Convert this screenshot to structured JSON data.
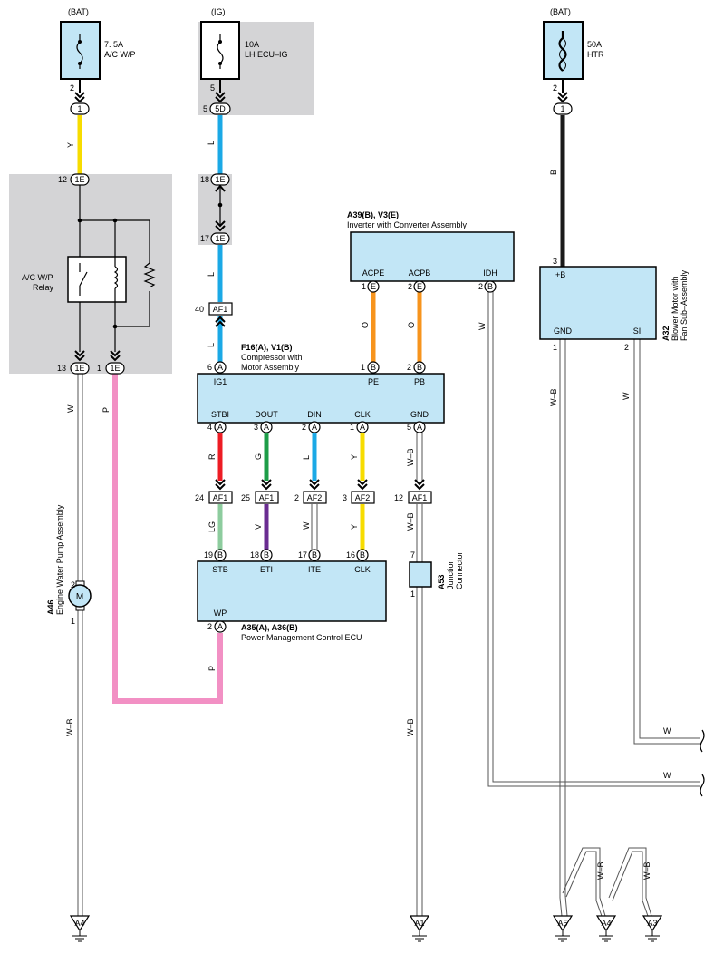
{
  "sources": [
    {
      "supply": "(BAT)",
      "rating": "7. 5A",
      "name": "A/C W/P",
      "pin": "2",
      "connector": "1"
    },
    {
      "supply": "(IG)",
      "rating": "10A",
      "name": "LH ECU–IG",
      "pin": "5",
      "connector": "5D"
    },
    {
      "supply": "(BAT)",
      "rating": "50A",
      "name": "HTR",
      "pin": "2",
      "connector": "1"
    }
  ],
  "wire_colors": {
    "Y": "#f7dc00",
    "L": "#1ba9e6",
    "B": "#1a1a1a",
    "P": "#f290c4",
    "O": "#f7941d",
    "R": "#ed1c24",
    "G": "#1d9d48",
    "LG": "#8dcc9e",
    "V": "#6a2c91"
  },
  "ui_colors": {
    "component_fill": "#c2e6f6",
    "shaded_area": "#d4d4d6"
  },
  "wires": {
    "y": "Y",
    "l1": "L",
    "l2": "L",
    "b": "B",
    "w_pump": "W",
    "p1": "P",
    "w_idh": "W",
    "o1": "O",
    "o2": "O",
    "wb_gnd": "W–B",
    "w_si": "W",
    "r": "R",
    "g": "G",
    "l3": "L",
    "y2": "Y",
    "wb2": "W–B",
    "lg": "LG",
    "v": "V",
    "w3": "W",
    "y3": "Y",
    "wb3": "W–B",
    "p2": "P",
    "wb_pump": "W–B",
    "wb_junc": "W–B",
    "w_a": "W",
    "w_b": "W",
    "wb_a4": "W–B",
    "wb_a3": "W–B"
  },
  "relay": {
    "label_1": "A/C W/P",
    "label_2": "Relay",
    "pin_top": "12",
    "conn_top": "1E",
    "pin_out1": "13",
    "conn_out1": "1E",
    "pin_out2": "1",
    "conn_out2": "1E"
  },
  "ig_connectors": {
    "pin_a": "18",
    "conn_a": "1E",
    "pin_b": "17",
    "conn_b": "1E",
    "pin_c": "40",
    "conn_c": "AF1"
  },
  "inverter": {
    "id": "A39(B), V3(E)",
    "name": "Inverter with Converter Assembly",
    "terminals": [
      {
        "label": "ACPE",
        "pin": "1",
        "conn": "E"
      },
      {
        "label": "ACPB",
        "pin": "2",
        "conn": "E"
      },
      {
        "label": "IDH",
        "pin": "2",
        "conn": "B"
      }
    ]
  },
  "compressor": {
    "id": "F16(A), V1(B)",
    "name_1": "Compressor with",
    "name_2": "Motor Assembly",
    "top_terminals": [
      {
        "label": "IG1",
        "pin": "6",
        "conn": "A"
      },
      {
        "label": "PE",
        "pin": "1",
        "conn": "B"
      },
      {
        "label": "PB",
        "pin": "2",
        "conn": "B"
      }
    ],
    "bottom_terminals": [
      {
        "label": "STBI",
        "pin": "4",
        "conn": "A"
      },
      {
        "label": "DOUT",
        "pin": "3",
        "conn": "A"
      },
      {
        "label": "DIN",
        "pin": "2",
        "conn": "A"
      },
      {
        "label": "CLK",
        "pin": "1",
        "conn": "A"
      },
      {
        "label": "GND",
        "pin": "5",
        "conn": "A"
      }
    ]
  },
  "mid_connectors": [
    {
      "pin": "24",
      "conn": "AF1"
    },
    {
      "pin": "25",
      "conn": "AF1"
    },
    {
      "pin": "2",
      "conn": "AF2"
    },
    {
      "pin": "3",
      "conn": "AF2"
    },
    {
      "pin": "12",
      "conn": "AF1"
    }
  ],
  "ecu": {
    "id": "A35(A), A36(B)",
    "name": "Power Management Control ECU",
    "top_terminals": [
      {
        "label": "STB",
        "pin": "19",
        "conn": "B"
      },
      {
        "label": "ETI",
        "pin": "18",
        "conn": "B"
      },
      {
        "label": "ITE",
        "pin": "17",
        "conn": "B"
      },
      {
        "label": "CLK",
        "pin": "16",
        "conn": "B"
      }
    ],
    "bottom_terminal": {
      "label": "WP",
      "pin": "2",
      "conn": "A"
    }
  },
  "junction": {
    "id": "A53",
    "name_1": "Junction",
    "name_2": "Connector",
    "pin_top": "7",
    "pin_bottom": "1"
  },
  "pump": {
    "id": "A46",
    "name": "Engine Water Pump Assembly",
    "symbol": "M",
    "pin_top": "2",
    "pin_bottom": "1"
  },
  "blower": {
    "id": "A32",
    "name_1": "Blower Motor with",
    "name_2": "Fan Sub–Assembly",
    "pin_b": "3",
    "term_b": "+B",
    "pin_gnd": "1",
    "term_gnd": "GND",
    "pin_si": "2",
    "term_si": "SI"
  },
  "grounds": [
    "A4",
    "A1",
    "A5",
    "A4",
    "A3"
  ]
}
